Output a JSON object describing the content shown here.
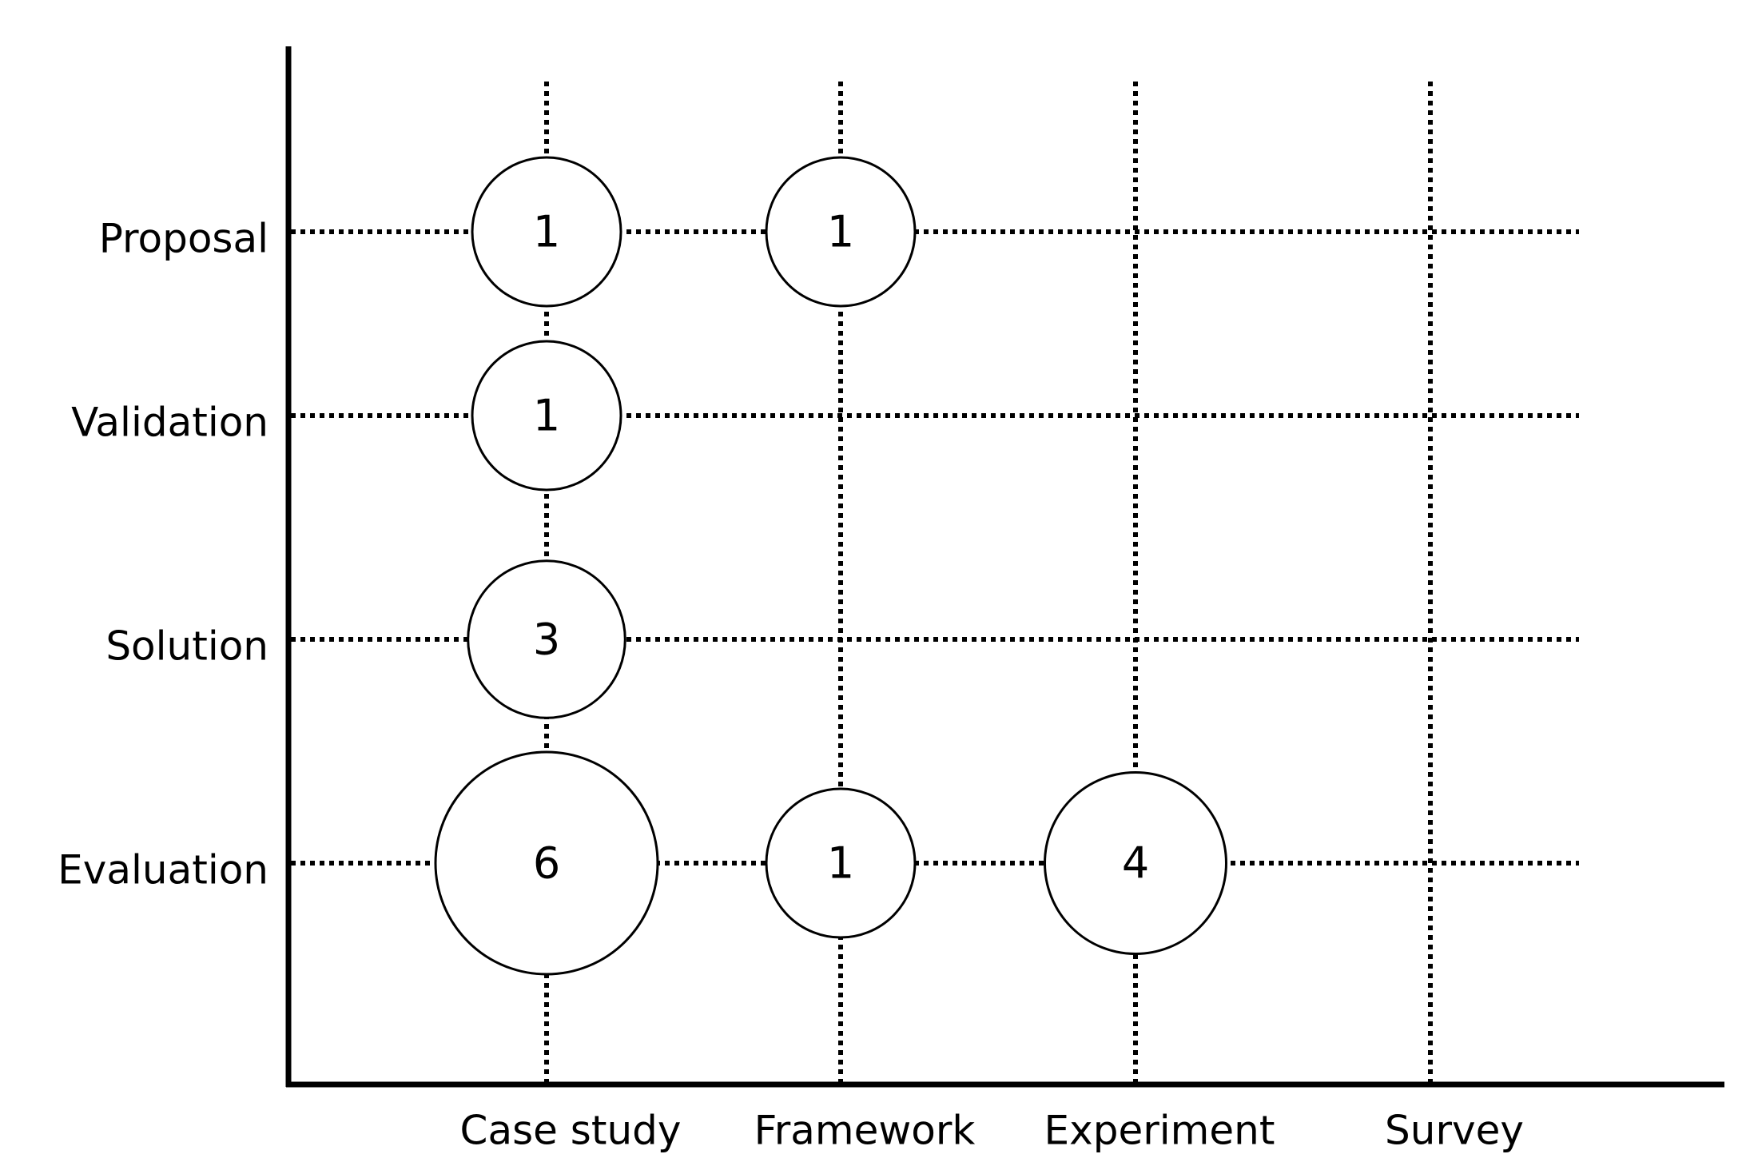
{
  "chart_data": {
    "type": "scatter",
    "title": "",
    "xlabel": "",
    "ylabel": "",
    "x_categories": [
      "Case study",
      "Framework",
      "Experiment",
      "Survey"
    ],
    "y_categories": [
      "Proposal",
      "Validation",
      "Solution",
      "Evaluation"
    ],
    "points": [
      {
        "x": "Case study",
        "y": "Proposal",
        "value": 1,
        "label": "1"
      },
      {
        "x": "Framework",
        "y": "Proposal",
        "value": 1,
        "label": "1"
      },
      {
        "x": "Case study",
        "y": "Validation",
        "value": 1,
        "label": "1"
      },
      {
        "x": "Case study",
        "y": "Solution",
        "value": 3,
        "label": "3"
      },
      {
        "x": "Case study",
        "y": "Evaluation",
        "value": 6,
        "label": "6"
      },
      {
        "x": "Framework",
        "y": "Evaluation",
        "value": 1,
        "label": "1"
      },
      {
        "x": "Experiment",
        "y": "Evaluation",
        "value": 4,
        "label": "4"
      }
    ],
    "grid": true,
    "grid_style": "dotted",
    "colors": {
      "stroke": "#000000",
      "fill": "#ffffff"
    }
  }
}
